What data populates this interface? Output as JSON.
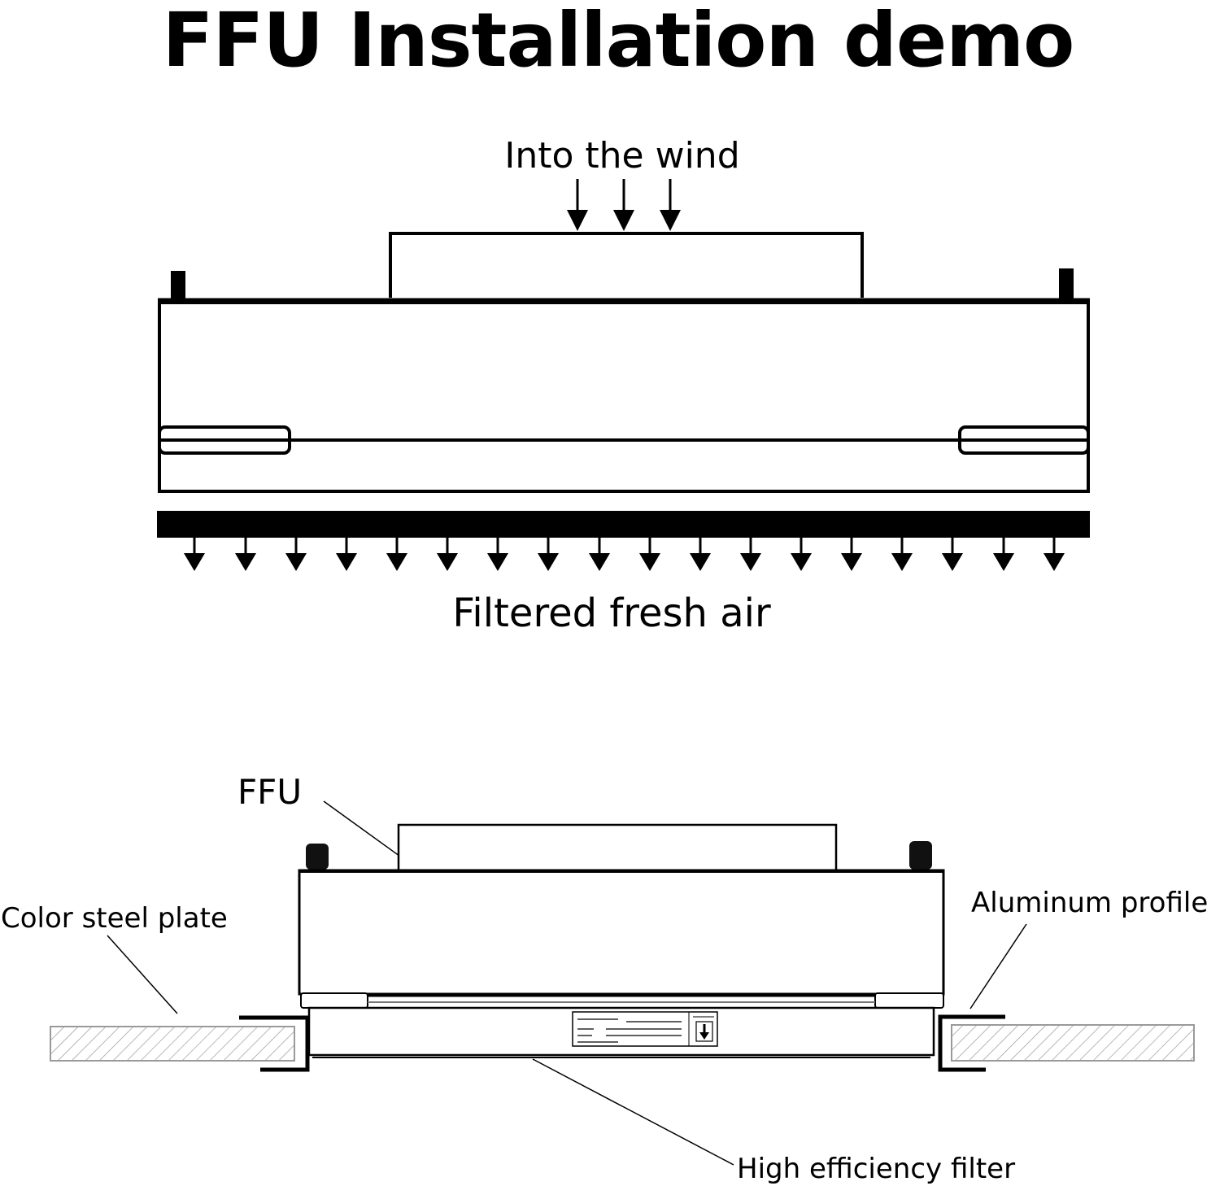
{
  "title": "FFU Installation demo",
  "top_diagram": {
    "inlet_label": "Into the wind",
    "outlet_label": "Filtered fresh air"
  },
  "bottom_diagram": {
    "ffu_label": "FFU",
    "color_steel_plate_label": "Color steel plate",
    "aluminum_profile_label": "Aluminum profile",
    "filter_label": "High efficiency filter"
  },
  "colors": {
    "ink": "#000000",
    "background": "#ffffff",
    "hatch": "#9a9a9a"
  },
  "icons": [
    "down-arrow-icon"
  ]
}
